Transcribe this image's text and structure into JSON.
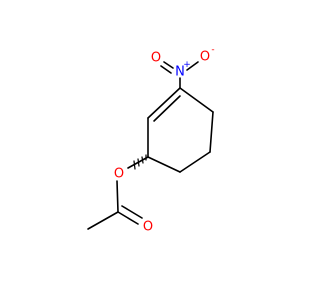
{
  "molecule": {
    "atoms": {
      "nitro_n": {
        "symbol": "N",
        "charge": "+"
      },
      "nitro_o_right": {
        "symbol": "O",
        "charge": "-"
      },
      "nitro_o_left": {
        "symbol": "O",
        "charge": ""
      },
      "ester_o_ring": {
        "symbol": "O",
        "charge": ""
      },
      "ester_o_carbonyl": {
        "symbol": "O",
        "charge": ""
      }
    }
  },
  "colors": {
    "bond": "#000000",
    "nitrogen": "#0000ff",
    "oxygen": "#ff0000"
  }
}
